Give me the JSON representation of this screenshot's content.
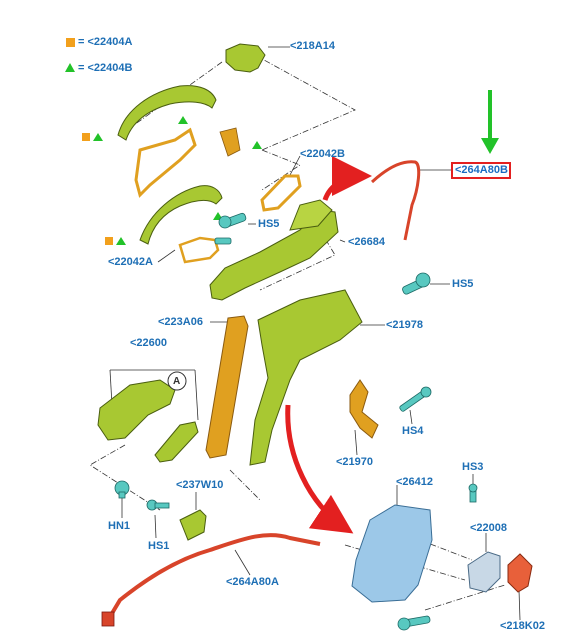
{
  "legend": {
    "square_text": "= <22404A",
    "triangle_text": "= <22404B",
    "square_color": "#f2a01c",
    "triangle_color": "#22c229"
  },
  "callout": {
    "label": "<264A80B",
    "box_color": "#e32020",
    "arrow_color": "#22c229"
  },
  "labels": {
    "p218a14": "<218A14",
    "p22042b": "<22042B",
    "p26684": "<26684",
    "p22042a": "<22042A",
    "hs5_top": "HS5",
    "hs5_right": "HS5",
    "p223a06": "<223A06",
    "p21978": "<21978",
    "p22600": "<22600",
    "ref_a": "A",
    "hs4": "HS4",
    "p21970": "<21970",
    "p26412": "<26412",
    "hs3": "HS3",
    "p237w10": "<237W10",
    "hn1": "HN1",
    "hs1": "HS1",
    "p22008": "<22008",
    "p264a80a": "<264A80A",
    "p218k02": "<218K02"
  },
  "colors": {
    "label_blue": "#1e6fb5",
    "part_green": "#a8c832",
    "part_orange": "#e0a020",
    "part_red": "#d8442a",
    "part_blue": "#9cc8e8",
    "fastener_teal": "#58c8c0",
    "arrow_red": "#e32020"
  }
}
